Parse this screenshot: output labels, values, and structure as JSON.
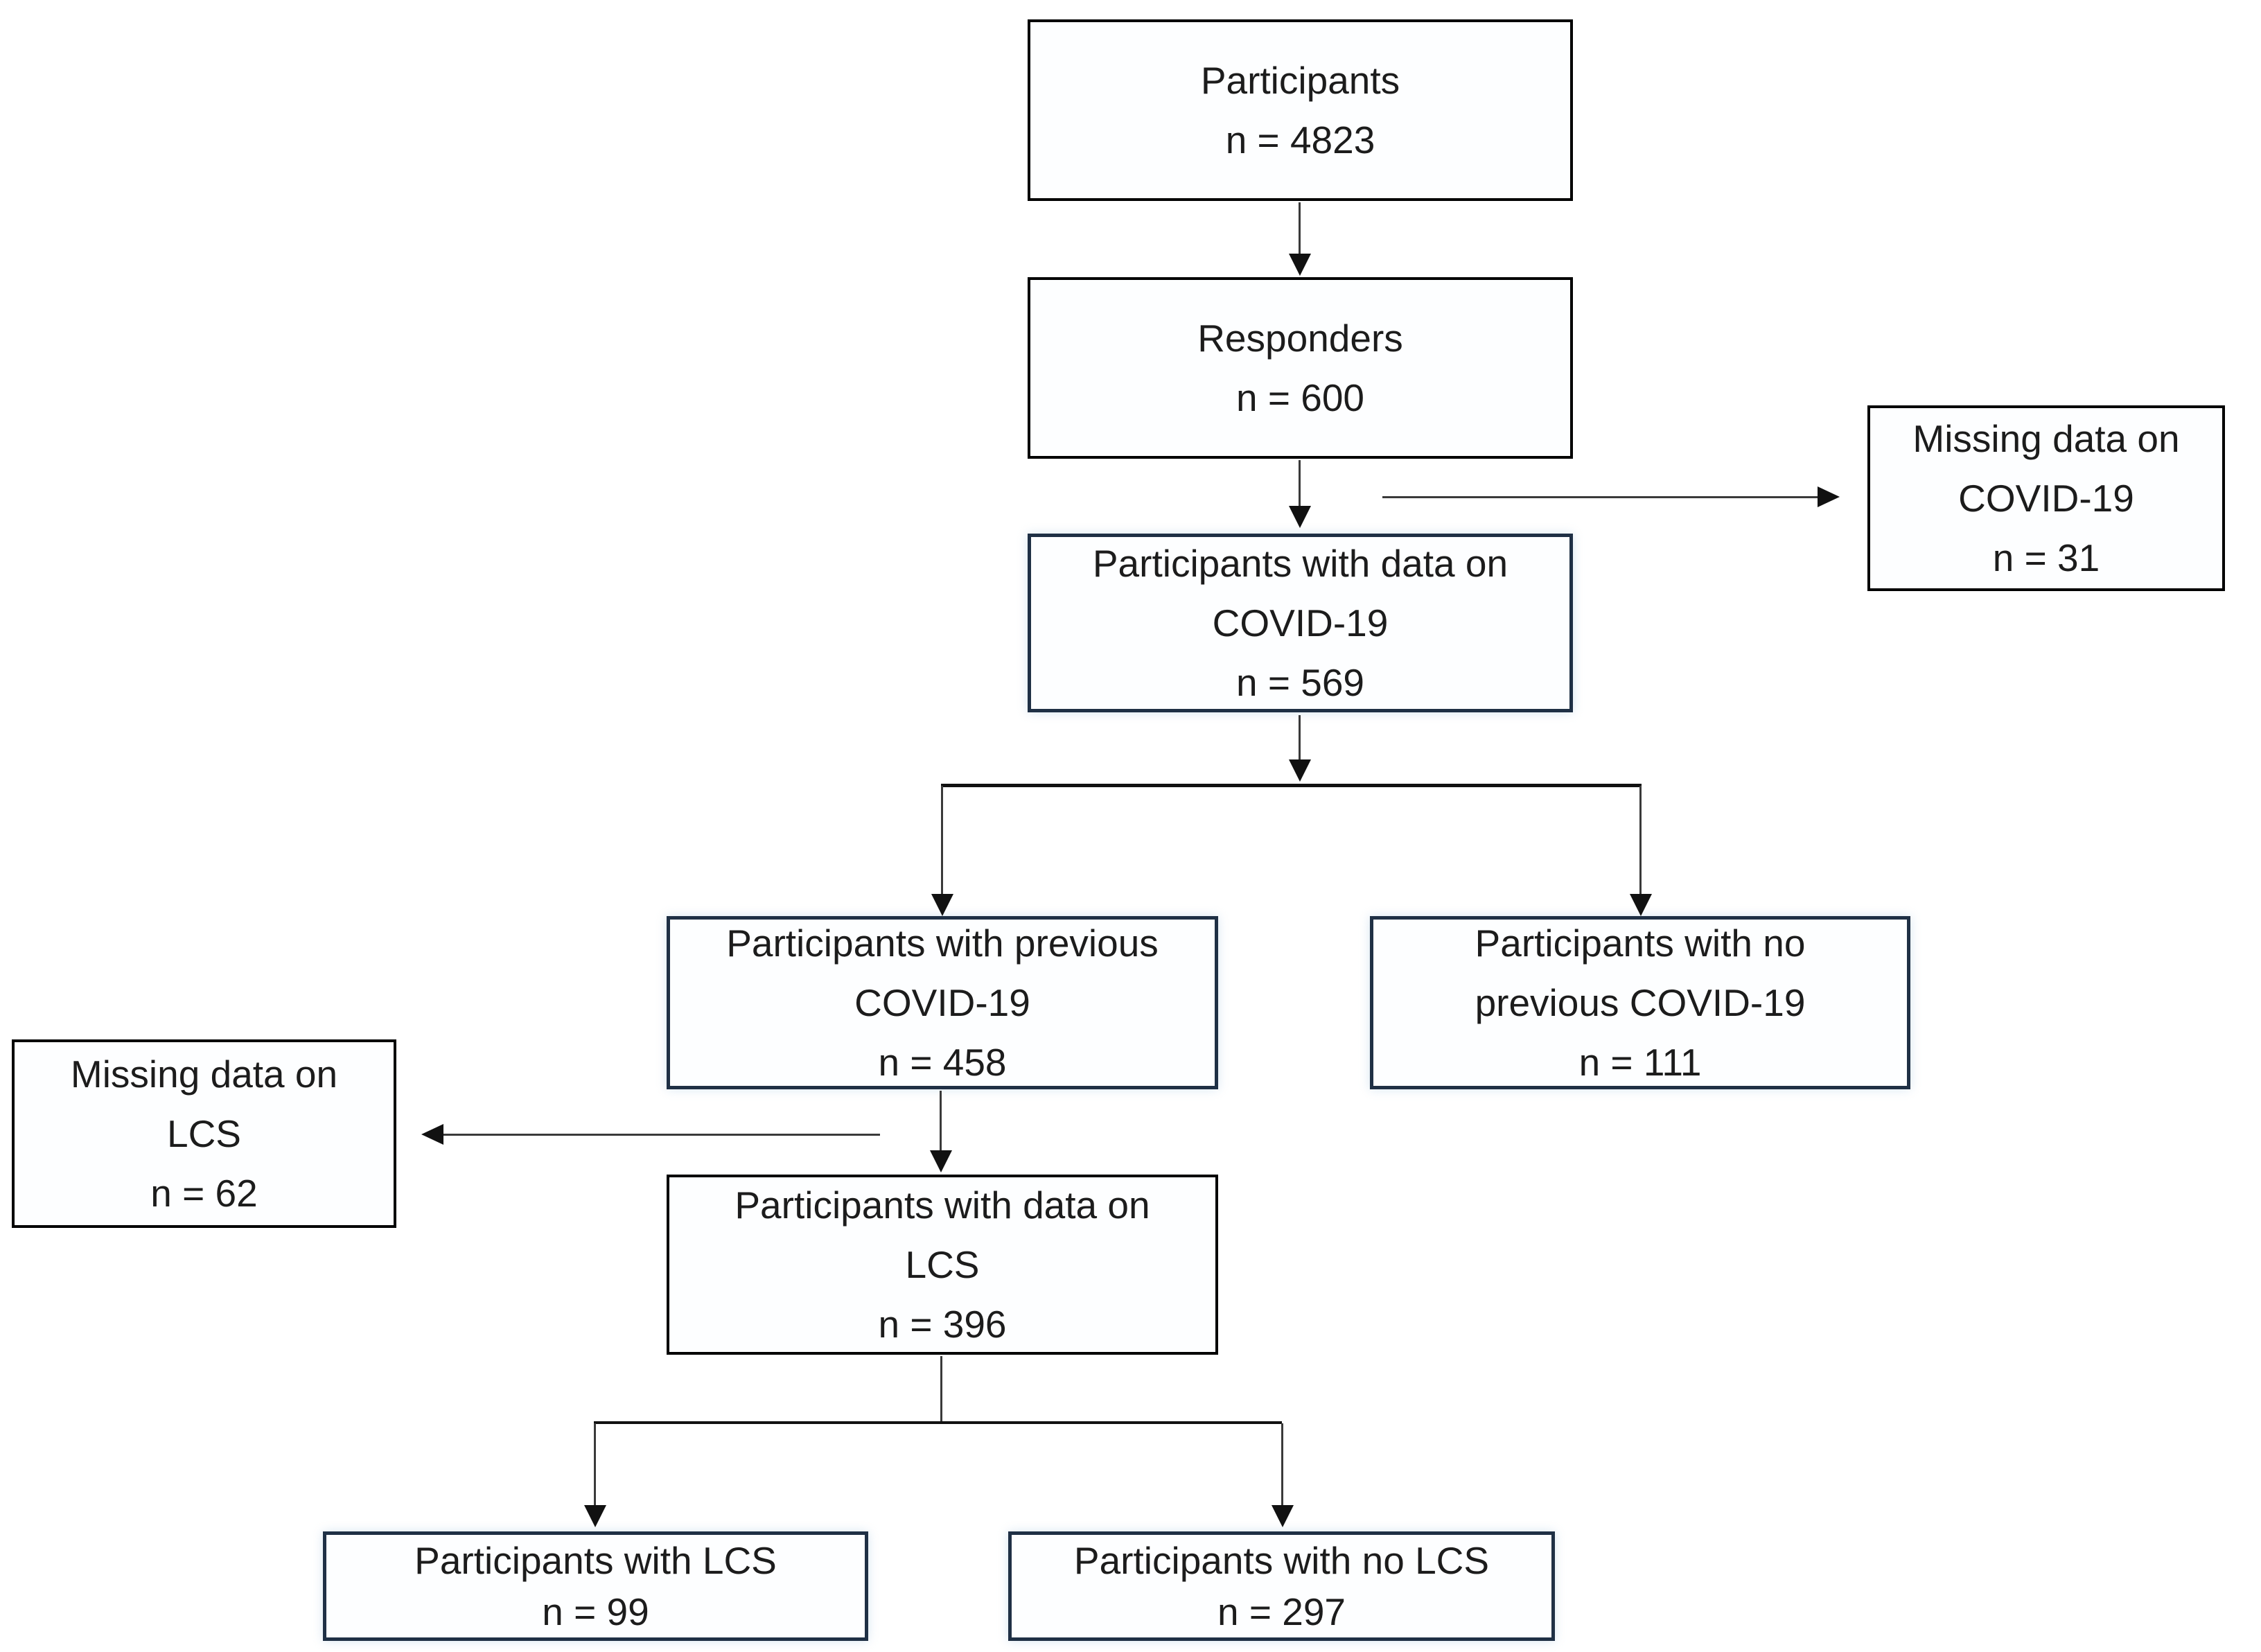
{
  "boxes": {
    "participants": {
      "line1": "Participants",
      "line2": "n = 4823"
    },
    "responders": {
      "line1": "Responders",
      "line2": "n = 600"
    },
    "missing_covid": {
      "line1": "Missing data on",
      "line2": "COVID-19",
      "line3": "n = 31"
    },
    "data_covid": {
      "line1": "Participants with data on",
      "line2": "COVID-19",
      "line3": "n = 569"
    },
    "prev_covid": {
      "line1": "Participants with previous",
      "line2": "COVID-19",
      "line3": "n = 458"
    },
    "no_prev_covid": {
      "line1": "Participants with no",
      "line2": "previous COVID-19",
      "line3": "n = 111"
    },
    "missing_lcs": {
      "line1": "Missing data on",
      "line2": "LCS",
      "line3": "n = 62"
    },
    "data_lcs": {
      "line1": "Participants with data on",
      "line2": "LCS",
      "line3": "n = 396"
    },
    "lcs": {
      "line1": "Participants with LCS",
      "line2": "n = 99"
    },
    "no_lcs": {
      "line1": "Participants with no LCS",
      "line2": "n = 297"
    }
  },
  "colors": {
    "background": "#ffffff",
    "black_box_border": "#000000",
    "navy_box_border": "#1f3045",
    "arrow_shaft": "#3a3a3a",
    "arrow_head": "#111111",
    "text": "#1c1c1c"
  }
}
